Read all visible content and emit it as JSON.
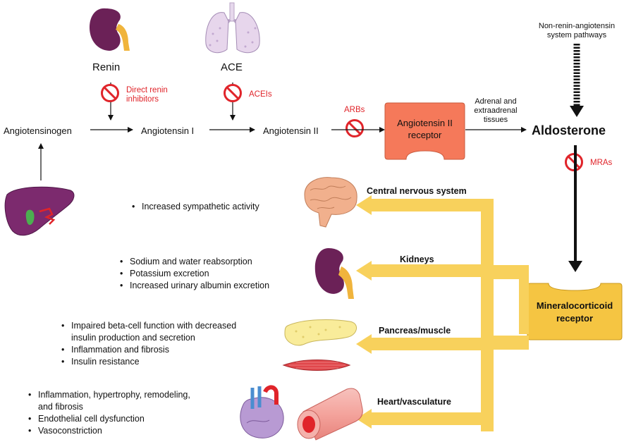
{
  "top_labels": {
    "renin": "Renin",
    "ace": "ACE"
  },
  "pathway": {
    "angiotensinogen": "Angiotensinogen",
    "angiotensin1": "Angiotensin I",
    "angiotensin2": "Angiotensin II",
    "receptor_line1": "Angiotensin II",
    "receptor_line2": "receptor",
    "adrenal_line1": "Adrenal and",
    "adrenal_line2": "extraadrenal",
    "adrenal_line3": "tissues",
    "aldosterone": "Aldosterone",
    "non_ras_line1": "Non-renin-angiotensin",
    "non_ras_line2": "system pathways",
    "mr_line1": "Mineralocorticoid",
    "mr_line2": "receptor"
  },
  "inhibitors": {
    "renin_line1": "Direct renin",
    "renin_line2": "inhibitors",
    "acei": "ACEIs",
    "arb": "ARBs",
    "mra": "MRAs"
  },
  "organs": {
    "cns": {
      "label": "Central nervous system",
      "effects": [
        "Increased sympathetic activity"
      ]
    },
    "kidneys": {
      "label": "Kidneys",
      "effects": [
        "Sodium and water reabsorption",
        "Potassium excretion",
        "Increased urinary albumin excretion"
      ]
    },
    "pancreas": {
      "label": "Pancreas/muscle",
      "effects": [
        "Impaired beta-cell function with decreased",
        "insulin production and secretion",
        "Inflammation and fibrosis",
        "Insulin resistance"
      ]
    },
    "heart": {
      "label": "Heart/vasculature",
      "effects": [
        "Inflammation, hypertrophy, remodeling,",
        "and fibrosis",
        "Endothelial cell dysfunction",
        "Vasoconstriction"
      ]
    }
  },
  "colors": {
    "inhibitor_red": "#e0242a",
    "receptor_orange": "#f5795a",
    "mr_yellow": "#f5c542",
    "signal_arrow": "#f8d15c",
    "kidney": "#6b2157"
  }
}
